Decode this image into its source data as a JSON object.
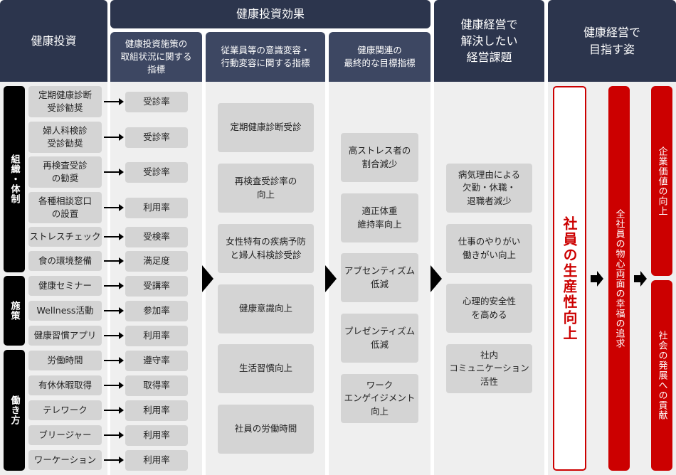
{
  "headers": {
    "investment": "健康投資",
    "effect": "健康投資効果",
    "effect_sub": [
      "健康投資施策の\n取組状況に関する\n指標",
      "従業員等の意識変容・\n行動変容に関する指標",
      "健康関連の\n最終的な目標指標"
    ],
    "issues": "健康経営で\n解決したい\n経営課題",
    "goal": "健康経営で\n目指す姿"
  },
  "groups": [
    "組織・体制",
    "施策",
    "働き方"
  ],
  "investments": [
    {
      "name": "定期健康診断\n受診勧奨",
      "metric": "受診率"
    },
    {
      "name": "婦人科検診\n受診勧奨",
      "metric": "受診率"
    },
    {
      "name": "再検査受診\nの勧奨",
      "metric": "受診率"
    },
    {
      "name": "各種相談窓口\nの設置",
      "metric": "利用率"
    },
    {
      "name": "ストレスチェック",
      "metric": "受検率"
    },
    {
      "name": "食の環境整備",
      "metric": "満足度"
    },
    {
      "name": "健康セミナー",
      "metric": "受講率"
    },
    {
      "name": "Wellness活動",
      "metric": "参加率"
    },
    {
      "name": "健康習慣アプリ",
      "metric": "利用率"
    },
    {
      "name": "労働時間",
      "metric": "遵守率"
    },
    {
      "name": "有休休暇取得",
      "metric": "取得率"
    },
    {
      "name": "テレワーク",
      "metric": "利用率"
    },
    {
      "name": "ブリージャー",
      "metric": "利用率"
    },
    {
      "name": "ワーケーション",
      "metric": "利用率"
    }
  ],
  "behavior_indicators": [
    "定期健康診断受診",
    "再検査受診率の\n向上",
    "女性特有の疾病予防\nと婦人科検診受診",
    "健康意識向上",
    "生活習慣向上",
    "社員の労働時間"
  ],
  "final_indicators": [
    "高ストレス者の\n割合減少",
    "適正体重\n維持率向上",
    "アブセンティズム\n低減",
    "プレゼンティズム\n低減",
    "ワーク\nエンゲイジメント\n向上"
  ],
  "issues": [
    "病気理由による\n欠勤・休職・\n退職者減少",
    "仕事のやりがい\n働きがい向上",
    "心理的安全性\nを高める",
    "社内\nコミュニケーション\n活性"
  ],
  "goals": {
    "productivity": "社員の生産性向上",
    "wellbeing": "全社員の物心両面の幸福の追求",
    "corporate_value": "企業価値の向上",
    "society": "社会の発展への貢献"
  },
  "colors": {
    "header": "#2c354d",
    "subheader": "#3d4762",
    "accent": "#cc0000"
  }
}
